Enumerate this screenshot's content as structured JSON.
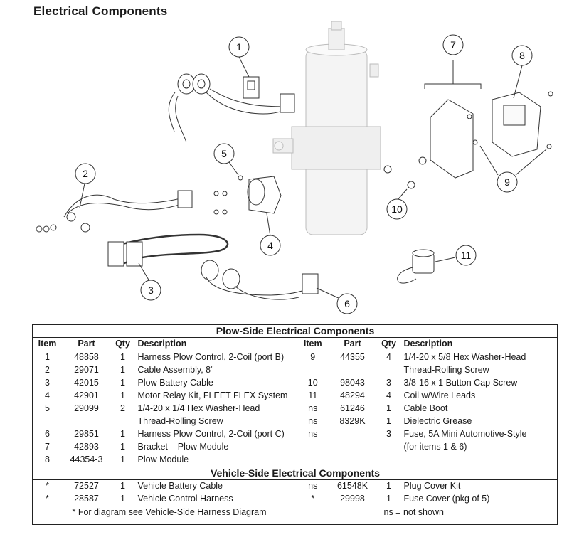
{
  "title": "Electrical Components",
  "callouts": [
    "1",
    "2",
    "3",
    "4",
    "5",
    "6",
    "7",
    "8",
    "9",
    "10",
    "11"
  ],
  "plow_section": {
    "heading": "Plow-Side Electrical Components",
    "columns": [
      "Item",
      "Part",
      "Qty",
      "Description"
    ],
    "left_rows": [
      {
        "item": "1",
        "part": "48858",
        "qty": "1",
        "desc": "Harness Plow Control, 2-Coil (port B)"
      },
      {
        "item": "2",
        "part": "29071",
        "qty": "1",
        "desc": "Cable Assembly, 8\""
      },
      {
        "item": "3",
        "part": "42015",
        "qty": "1",
        "desc": "Plow Battery Cable"
      },
      {
        "item": "4",
        "part": "42901",
        "qty": "1",
        "desc": "Motor Relay Kit, FLEET FLEX System"
      },
      {
        "item": "5",
        "part": "29099",
        "qty": "2",
        "desc": "1/4-20 x 1/4 Hex Washer-Head",
        "desc2": "Thread-Rolling Screw"
      },
      {
        "item": "6",
        "part": "29851",
        "qty": "1",
        "desc": "Harness Plow Control, 2-Coil (port C)"
      },
      {
        "item": "7",
        "part": "42893",
        "qty": "1",
        "desc": "Bracket – Plow Module"
      },
      {
        "item": "8",
        "part": "44354-3",
        "qty": "1",
        "desc": "Plow Module"
      }
    ],
    "right_rows": [
      {
        "item": "9",
        "part": "44355",
        "qty": "4",
        "desc": "1/4-20 x 5/8 Hex Washer-Head",
        "desc2": "Thread-Rolling Screw"
      },
      {
        "item": "10",
        "part": "98043",
        "qty": "3",
        "desc": "3/8-16 x 1 Button Cap Screw"
      },
      {
        "item": "11",
        "part": "48294",
        "qty": "4",
        "desc": "Coil w/Wire Leads"
      },
      {
        "item": "ns",
        "part": "61246",
        "qty": "1",
        "desc": "Cable Boot"
      },
      {
        "item": "ns",
        "part": "8329K",
        "qty": "1",
        "desc": "Dielectric Grease"
      },
      {
        "item": "ns",
        "part": "",
        "qty": "3",
        "desc": "Fuse, 5A Mini Automotive-Style",
        "desc2": "(for items 1 & 6)"
      }
    ]
  },
  "vehicle_section": {
    "heading": "Vehicle-Side Electrical Components",
    "left_rows": [
      {
        "item": "*",
        "part": "72527",
        "qty": "1",
        "desc": "Vehicle Battery Cable"
      },
      {
        "item": "*",
        "part": "28587",
        "qty": "1",
        "desc": "Vehicle Control Harness"
      }
    ],
    "right_rows": [
      {
        "item": "ns",
        "part": "61548K",
        "qty": "1",
        "desc": "Plug Cover Kit"
      },
      {
        "item": "*",
        "part": "29998",
        "qty": "1",
        "desc": "Fuse Cover (pkg of 5)"
      }
    ]
  },
  "footer": {
    "left": "* For diagram see Vehicle-Side Harness Diagram",
    "right": "ns = not shown"
  }
}
